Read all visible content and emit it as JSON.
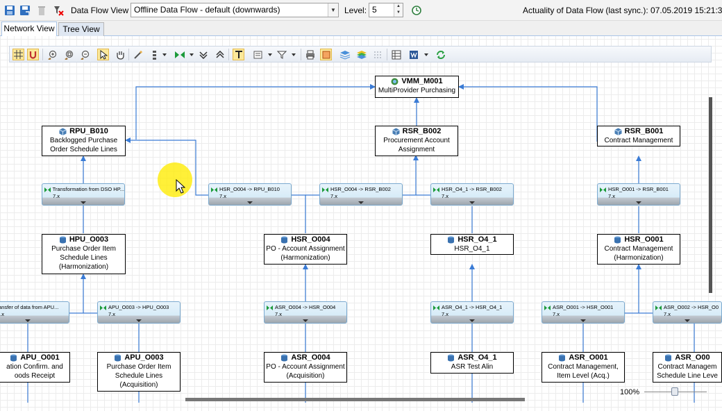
{
  "toolbar": {
    "data_flow_view_label": "Data Flow View",
    "view_select": "Offline Data Flow - default (downwards)",
    "level_label": "Level:",
    "level_value": "5",
    "actuality_text": "Actuality of Data Flow (last sync.): 07.05.2019 15:21:37",
    "icons": [
      "save-icon",
      "save-as-icon",
      "delete-icon",
      "clear-filter-icon",
      "clock-icon"
    ]
  },
  "tabs": [
    {
      "label": "Network View",
      "active": true
    },
    {
      "label": "Tree View",
      "active": false
    }
  ],
  "diagram_toolbar": {
    "icons": [
      "grid-icon",
      "snap-icon",
      "zoom-in-icon",
      "zoom-fit-icon",
      "zoom-out-icon",
      "select-pointer-icon",
      "pan-hand-icon",
      "magic-wand-icon",
      "layout-icon",
      "connect-icon",
      "collapse-icon",
      "expand-icon",
      "text-icon",
      "properties-icon",
      "filter-icon",
      "print-icon",
      "frame-icon",
      "layers-icon",
      "layers-alt-icon",
      "grid-dots-icon",
      "table-icon",
      "export-word-icon",
      "refresh-icon"
    ]
  },
  "nodes": [
    {
      "name": "VMM_M001",
      "desc": "MultiProvider Purchasing",
      "icon": "multiprovider-icon"
    },
    {
      "name": "RPU_B010",
      "desc": "Backlogged Purchase\nOrder Schedule Lines",
      "icon": "cube-icon"
    },
    {
      "name": "RSR_B002",
      "desc": "Procurement Account\nAssignment",
      "icon": "cube-icon"
    },
    {
      "name": "RSR_B001",
      "desc": "Contract Management",
      "icon": "cube-icon"
    },
    {
      "name": "HPU_O003",
      "desc": "Purchase Order Item\nSchedule Lines\n(Harmonization)",
      "icon": "dso-icon"
    },
    {
      "name": "HSR_O004",
      "desc": "PO - Account Assignment\n(Harmonization)",
      "icon": "dso-icon"
    },
    {
      "name": "HSR_O4_1",
      "desc": "HSR_O4_1",
      "icon": "dso-icon"
    },
    {
      "name": "HSR_O001",
      "desc": "Contract Management\n(Harmonization)",
      "icon": "dso-icon"
    },
    {
      "name": "APU_O001",
      "desc": "ation Confirm. and\noods Receipt",
      "icon": "dso-icon"
    },
    {
      "name": "APU_O003",
      "desc": "Purchase Order Item\nSchedule Lines\n(Acquisition)",
      "icon": "dso-icon"
    },
    {
      "name": "ASR_O004",
      "desc": "PO - Account Assignment\n(Acquisition)",
      "icon": "dso-icon"
    },
    {
      "name": "ASR_O4_1",
      "desc": "ASR Test Alin",
      "icon": "dso-icon"
    },
    {
      "name": "ASR_O001",
      "desc": "Contract Management,\nItem Level (Acq.)",
      "icon": "dso-icon"
    },
    {
      "name": "ASR_O00",
      "desc": "Contract Managem\nSchedule Line Leve",
      "icon": "dso-icon"
    }
  ],
  "transformations": [
    {
      "label": "Transformation from DSO HP...",
      "version": "7.x"
    },
    {
      "label": "HSR_O004 -> RPU_B010",
      "version": "7.x"
    },
    {
      "label": "HSR_O004 -> RSR_B002",
      "version": "7.x"
    },
    {
      "label": "HSR_O4_1 -> RSR_B002",
      "version": "7.x"
    },
    {
      "label": "HSR_O001 -> RSR_B001",
      "version": "7.x"
    },
    {
      "label": "ansfer of data from APU...",
      "version": "7.x"
    },
    {
      "label": "APU_O003 -> HPU_O003",
      "version": "7.x"
    },
    {
      "label": "ASR_O004 -> HSR_O004",
      "version": "7.x"
    },
    {
      "label": "ASR_O4_1 -> HSR_O4_1",
      "version": "7.x"
    },
    {
      "label": "ASR_O001 -> HSR_O001",
      "version": "7.x"
    },
    {
      "label": "ASR_O002 -> HSR_O0",
      "version": "7.x"
    }
  ],
  "status": {
    "zoom": "100%"
  },
  "colors": {
    "link": "#3a7bd5",
    "transform_fill": "#d7ecf8",
    "transform_border": "#7aa9cf",
    "highlight": "#ffec00"
  }
}
